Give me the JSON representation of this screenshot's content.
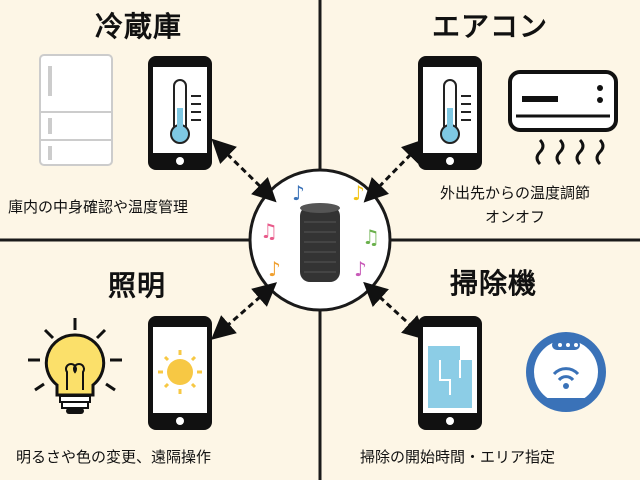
{
  "quadrants": {
    "fridge": {
      "title": "冷蔵庫",
      "description": "庫内の中身確認や温度管理",
      "device_icon": "refrigerator-icon",
      "phone_icon": "thermometer-icon"
    },
    "aircon": {
      "title": "エアコン",
      "description_line1": "外出先からの温度調節",
      "description_line2": "オンオフ",
      "device_icon": "air-conditioner-icon",
      "phone_icon": "thermometer-icon"
    },
    "lighting": {
      "title": "照明",
      "description": "明るさや色の変更、遠隔操作",
      "device_icon": "light-bulb-icon",
      "phone_icon": "sun-icon"
    },
    "cleaner": {
      "title": "掃除機",
      "description": "掃除の開始時間・エリア指定",
      "device_icon": "robot-vacuum-icon",
      "phone_icon": "floor-map-icon"
    }
  },
  "center": {
    "icon": "smart-speaker-icon",
    "decorations": "music-note-icons"
  },
  "colors": {
    "background": "#fdf6e6",
    "divider": "#1a1a1a",
    "bulb": "#fbe06a",
    "sun": "#f7c844",
    "thermometer": "#7ec8e3",
    "vacuum": "#3a72b8",
    "floor_map": "#8ccde6"
  }
}
